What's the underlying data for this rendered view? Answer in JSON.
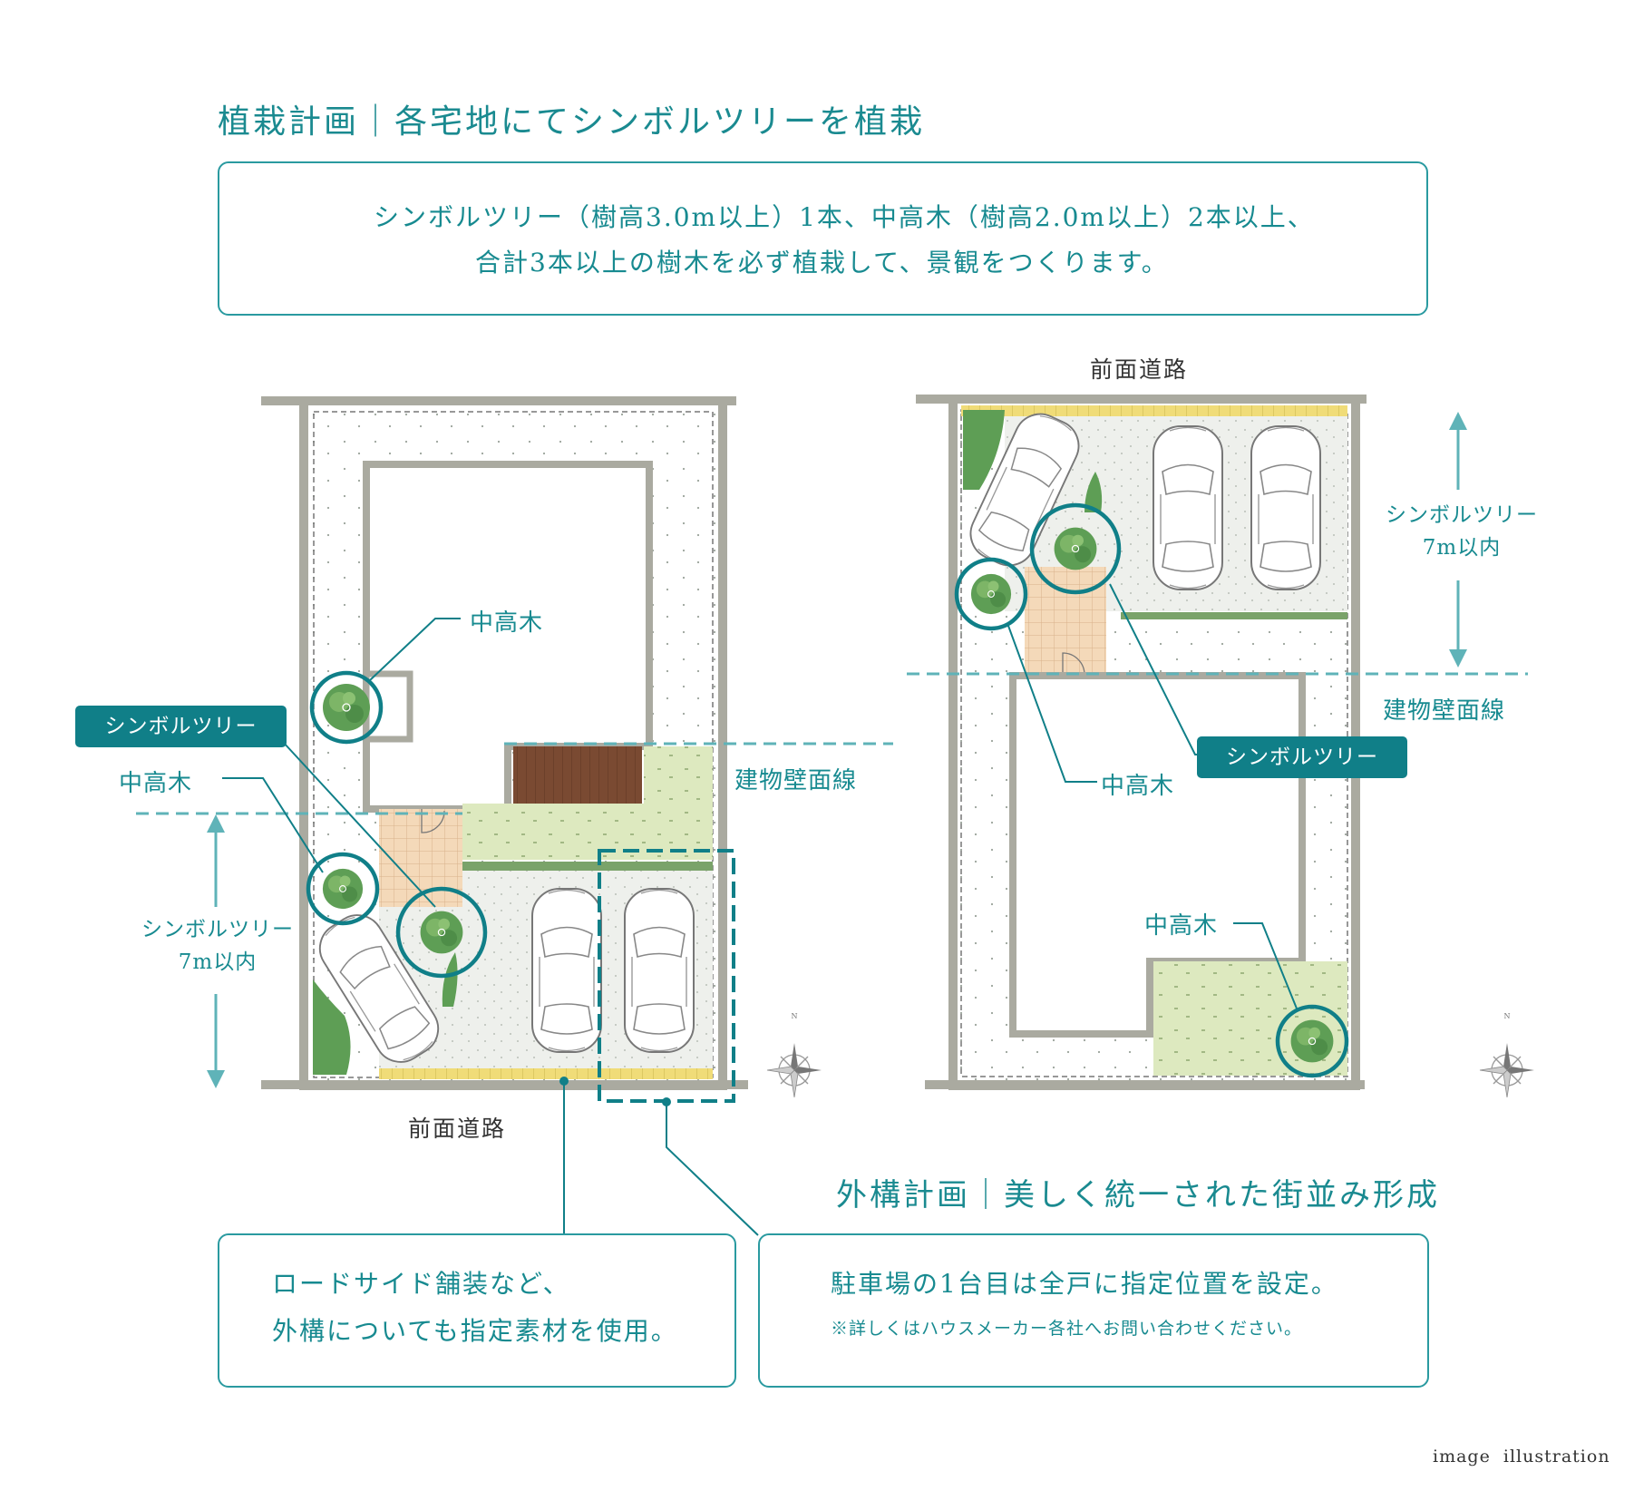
{
  "planting": {
    "heading": "植栽計画｜各宅地にてシンボルツリーを植栽",
    "line1": "シンボルツリー（樹高3.0m以上）1本、中高木（樹高2.0m以上）2本以上、",
    "line2": "合計3本以上の樹木を必ず植栽して、景観をつくります。"
  },
  "left_plan": {
    "label_chukoboku_top": "中高木",
    "tag_symbol_tree": "シンボルツリー",
    "label_chukoboku_left": "中高木",
    "label_wall_line": "建物壁面線",
    "label_height_limit_1": "シンボルツリー",
    "label_height_limit_2": "7m以内",
    "label_front_road": "前面道路"
  },
  "right_plan": {
    "label_front_road": "前面道路",
    "label_height_limit_1": "シンボルツリー",
    "label_height_limit_2": "7m以内",
    "label_wall_line": "建物壁面線",
    "tag_symbol_tree": "シンボルツリー",
    "label_chukoboku_mid": "中高木",
    "label_chukoboku_bottom": "中高木"
  },
  "exterior": {
    "heading": "外構計画｜美しく統一された街並み形成",
    "box1_line1": "ロードサイド舗装など、",
    "box1_line2": "外構についても指定素材を使用。",
    "box2_line1": "駐車場の1台目は全戸に指定位置を設定。",
    "box2_note": "※詳しくはハウスメーカー各社へお問い合わせください。"
  },
  "compass_letter": "N",
  "footer": "image  illustration",
  "colors": {
    "teal": "#178a90",
    "tag_bg": "#107f88",
    "lawn": "#dde9bf",
    "tree": "#5e9e55",
    "deck": "#7a4a32",
    "paving": "#f4d9b9",
    "roadside": "#f0dc78",
    "wall": "#aaaaa0"
  }
}
